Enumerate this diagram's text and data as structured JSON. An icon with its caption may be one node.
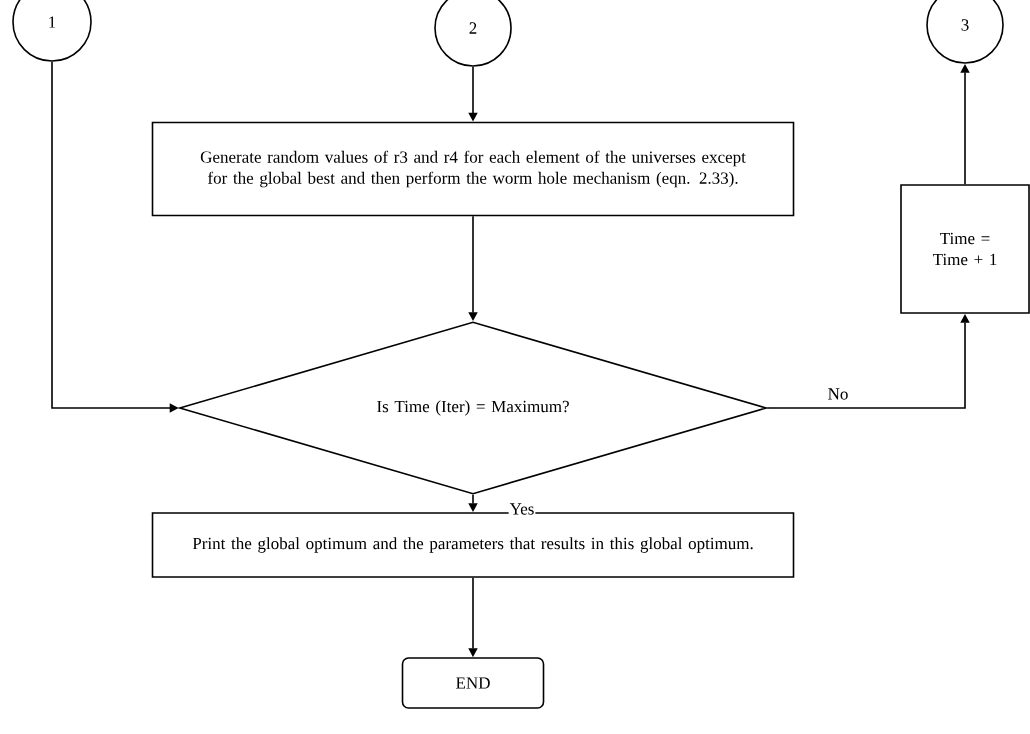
{
  "diagram": {
    "nodes": [
      {
        "text": [
          "1"
        ]
      },
      {
        "text": [
          "2"
        ]
      },
      {
        "text": [
          "3"
        ]
      },
      {
        "text": [
          "Generate random values of r3 and r4 for each element of the universes except for the global best and then perform the worm hole mechanism (eqn. 2.33)."
        ]
      },
      {
        "text": [
          "Is Time (Iter) = Maximum?"
        ]
      },
      {
        "text": [
          "Time = Time + 1"
        ]
      },
      {
        "text": [
          "Print the global optimum and the parameters that results in this global optimum."
        ]
      },
      {
        "text": [
          "END"
        ]
      }
    ],
    "edges": [
      {
        "from": 0,
        "to": 4,
        "arrow": "to"
      },
      {
        "from": 1,
        "to": 3,
        "arrow": "to"
      },
      {
        "from": 3,
        "to": 4,
        "arrow": "to"
      },
      {
        "from": 4,
        "to": 5,
        "arrow": "to",
        "label": "No"
      },
      {
        "from": 5,
        "to": 2,
        "arrow": "to"
      },
      {
        "from": 4,
        "to": 6,
        "arrow": "to",
        "label": "Yes"
      },
      {
        "from": 6,
        "to": 7,
        "arrow": "to"
      }
    ]
  }
}
